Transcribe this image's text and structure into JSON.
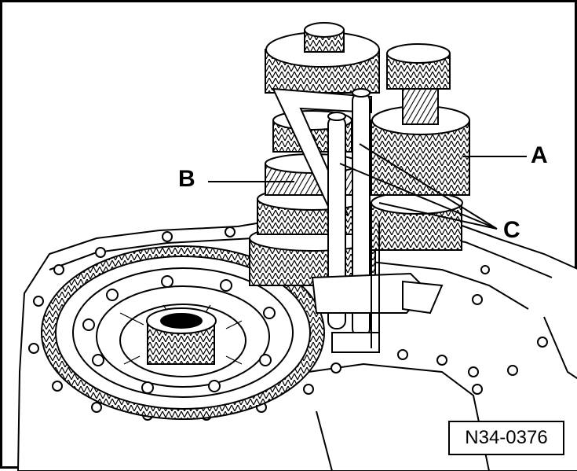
{
  "labels": {
    "a": "A",
    "b": "B",
    "c": "C"
  },
  "reference_code": "N34-0376",
  "colors": {
    "line": "#000000",
    "background": "#ffffff",
    "shade": "#d9d9d9"
  }
}
